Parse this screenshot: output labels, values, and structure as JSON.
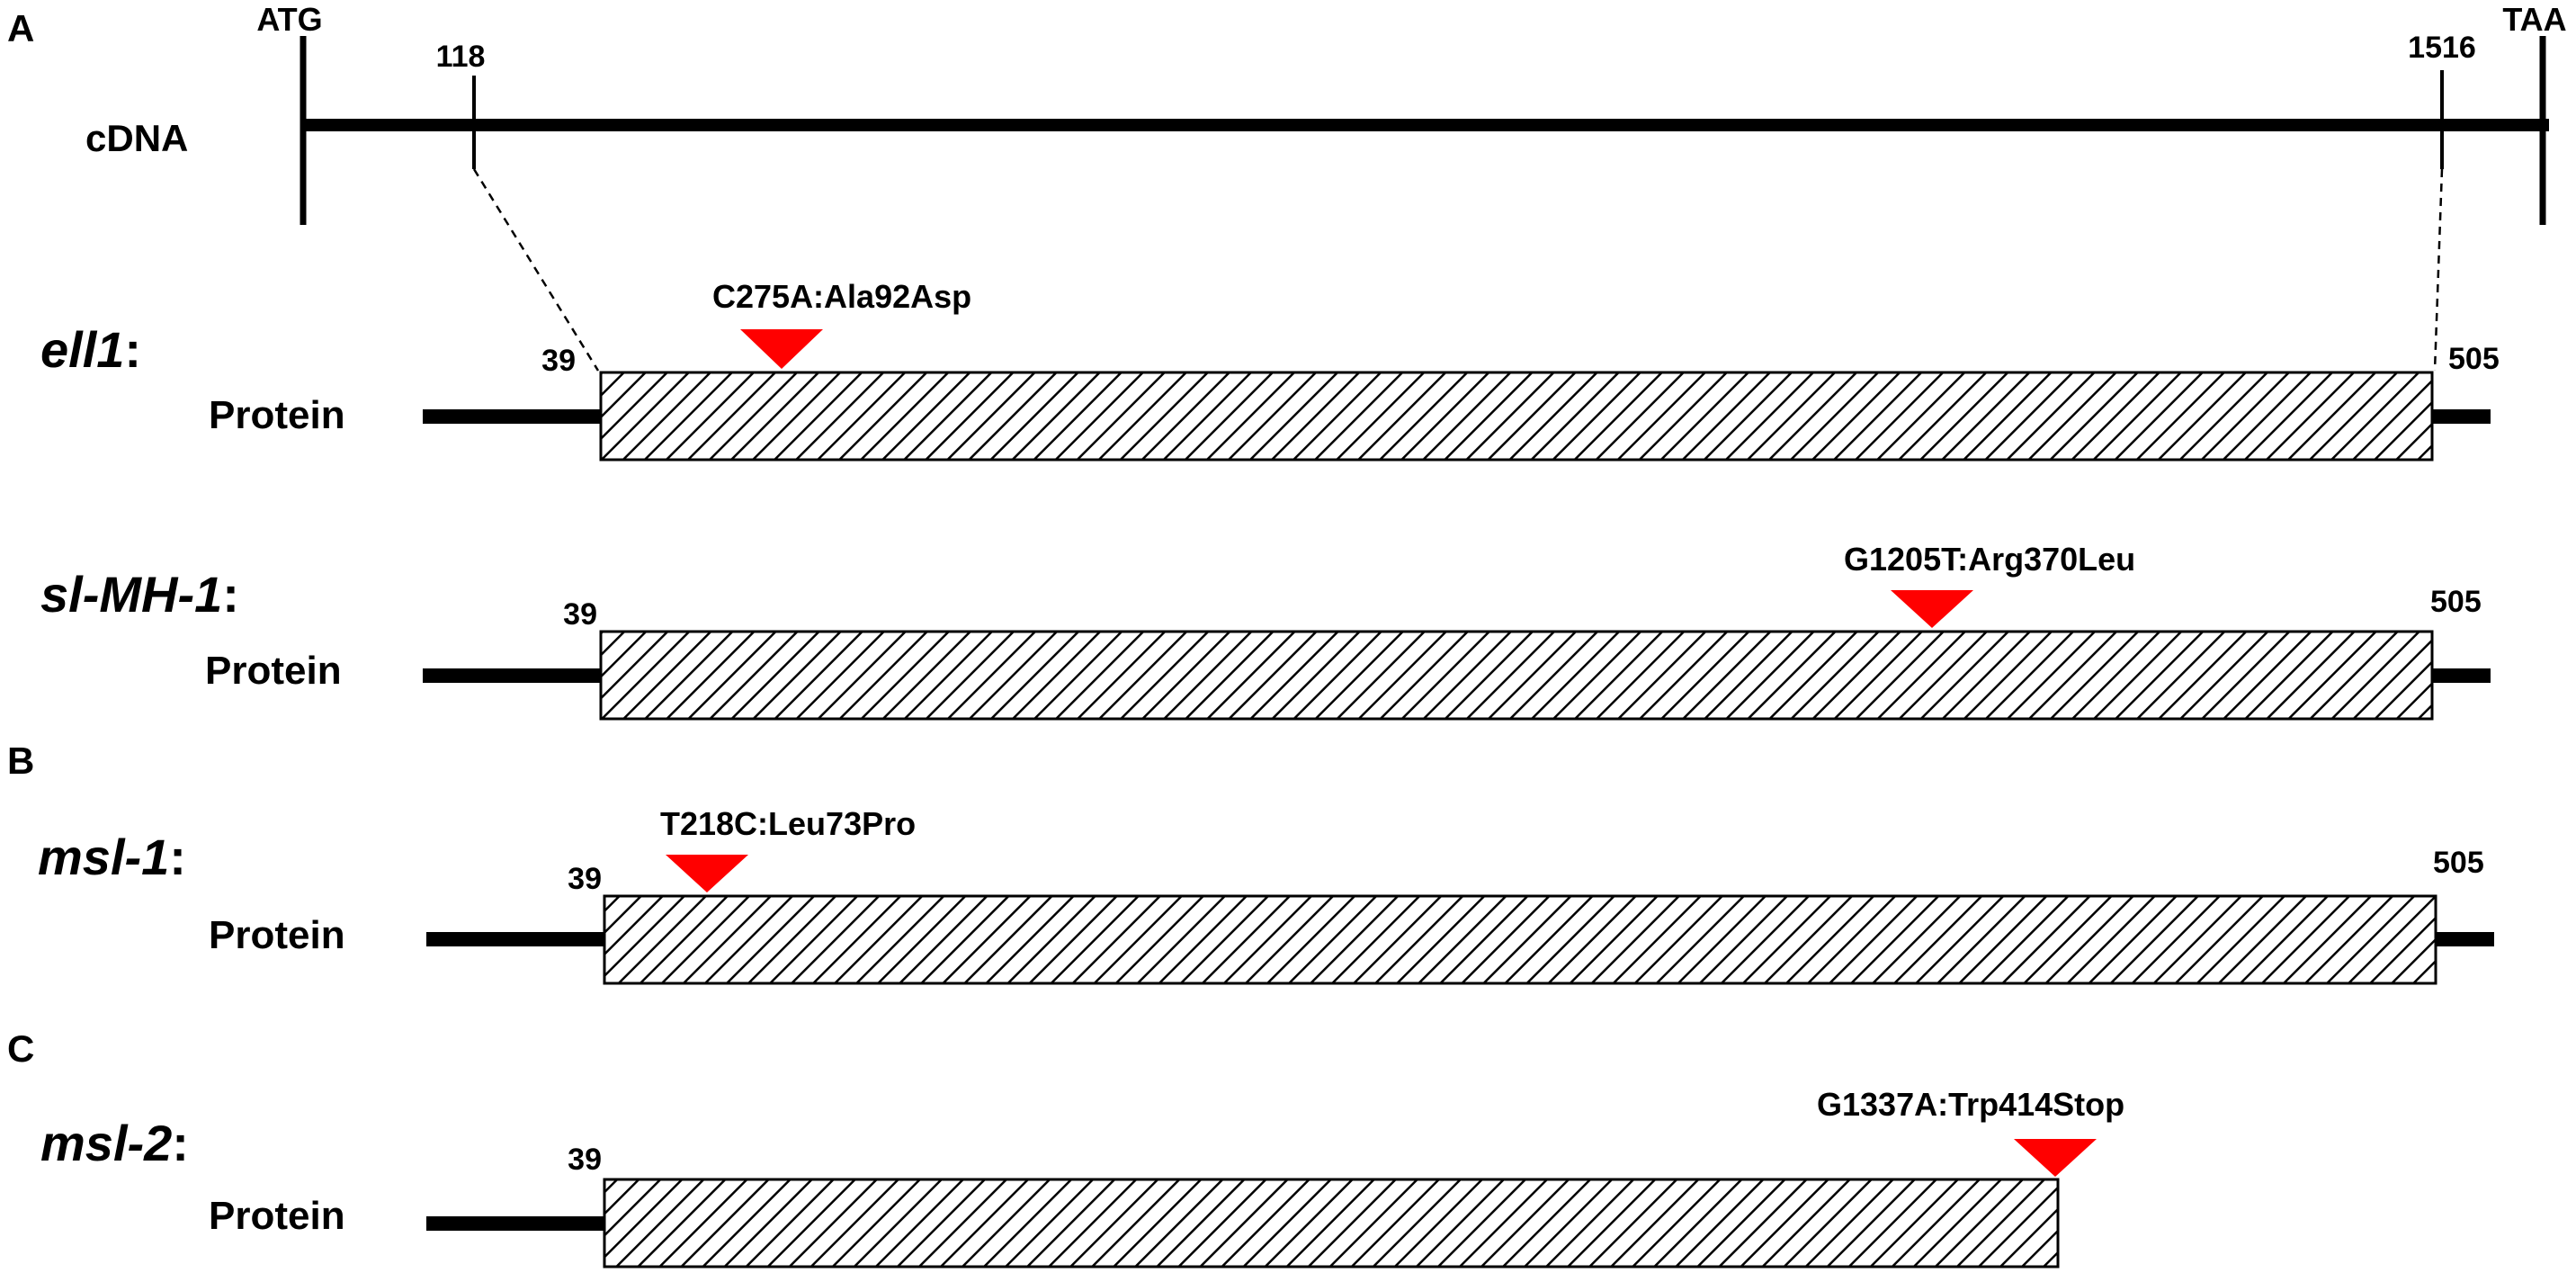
{
  "panel_labels": {
    "a": "A",
    "b": "B",
    "c": "C"
  },
  "cdna": {
    "label": "cDNA",
    "start_codon": "ATG",
    "stop_codon": "TAA",
    "region_start": "118",
    "region_end": "1516"
  },
  "proteins": [
    {
      "gene": "ell1",
      "colon": ":",
      "label": "Protein",
      "start": "39",
      "end": "505",
      "mutation": "C275A:Ala92Asp"
    },
    {
      "gene": "sl-MH-1",
      "colon": ":",
      "label": "Protein",
      "start": "39",
      "end": "505",
      "mutation": "G1205T:Arg370Leu"
    },
    {
      "gene": "msl-1",
      "colon": ":",
      "label": "Protein",
      "start": "39",
      "end": "505",
      "mutation": "T218C:Leu73Pro"
    },
    {
      "gene": "msl-2",
      "colon": ":",
      "label": "Protein",
      "start": "39",
      "mutation": "G1337A:Trp414Stop"
    }
  ],
  "colors": {
    "marker": "#ff0000",
    "line": "#000000",
    "hatch": "#000000"
  }
}
